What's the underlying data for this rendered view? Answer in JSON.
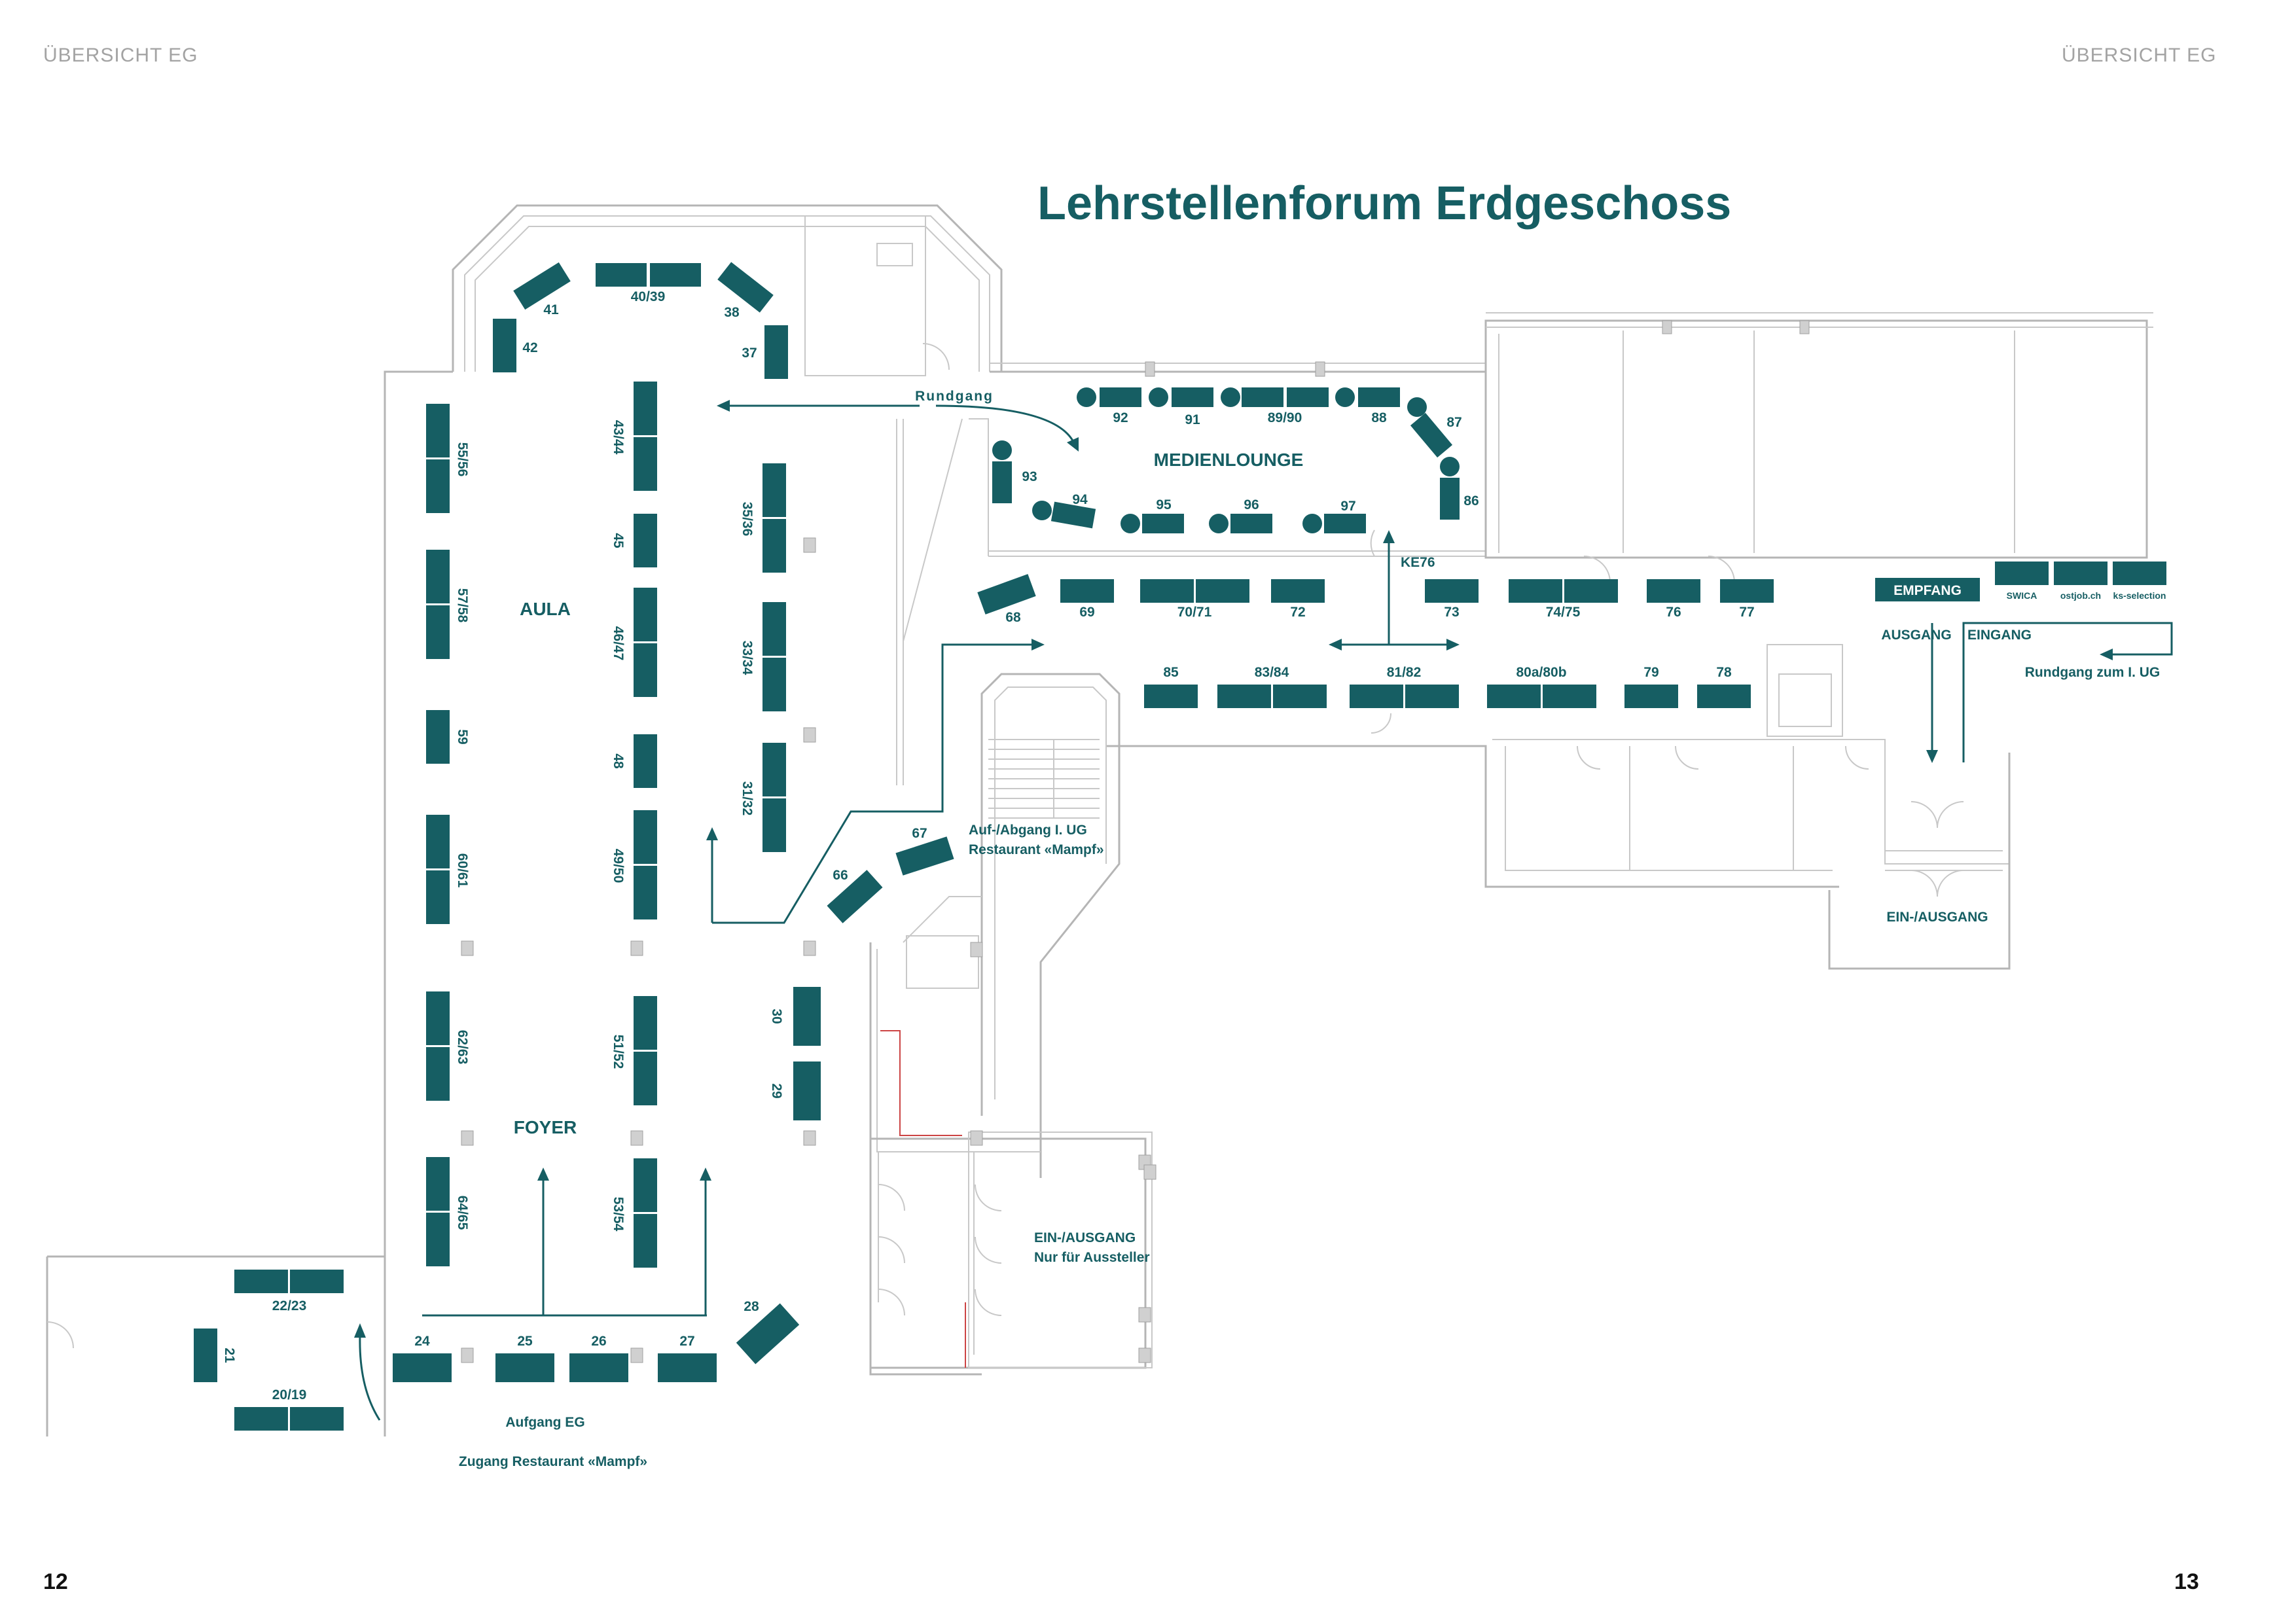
{
  "page": {
    "header_left": "ÜBERSICHT EG",
    "header_right": "ÜBERSICHT EG",
    "page_left": "12",
    "page_right": "13",
    "title": "Lehrstellenforum Erdgeschoss"
  },
  "colors": {
    "booth": "#165e63",
    "wall": "#b5b5b5",
    "text_gray": "#a3a3a3"
  },
  "areas": {
    "aula": "AULA",
    "foyer": "FOYER",
    "medienlounge": "MEDIENLOUNGE",
    "empfang": "EMPFANG",
    "rundgang": "Rundgang",
    "ke76": "KE76",
    "ausgang": "AUSGANG",
    "eingang": "EINGANG",
    "rundgang_ug": "Rundgang zum I. UG",
    "ein_ausgang": "EIN-/AUSGANG",
    "aussteller_1": "EIN-/AUSGANG",
    "aussteller_2": "Nur für Aussteller",
    "aufabgang_1": "Auf-/Abgang I. UG",
    "aufabgang_2": "Restaurant «Mampf»",
    "aufgang_eg": "Aufgang EG",
    "zugang": "Zugang Restaurant «Mampf»",
    "swica": "SWICA",
    "ostjob": "ostjob.ch",
    "ks": "ks-selection"
  },
  "booths": {
    "b41": "41",
    "b4039": "40/39",
    "b38": "38",
    "b42": "42",
    "b37": "37",
    "b5556": "55/56",
    "b5758": "57/58",
    "b59": "59",
    "b6061": "60/61",
    "b6263": "62/63",
    "b6465": "64/65",
    "b4344": "43/44",
    "b45": "45",
    "b4647": "46/47",
    "b48": "48",
    "b4950": "49/50",
    "b5152": "51/52",
    "b5354": "53/54",
    "b3536": "35/36",
    "b3334": "33/34",
    "b3132": "31/32",
    "b30": "30",
    "b29": "29",
    "b2223": "22/23",
    "b21": "21",
    "b2019": "20/19",
    "b24": "24",
    "b25": "25",
    "b26": "26",
    "b27": "27",
    "b28": "28",
    "b66": "66",
    "b67": "67",
    "b68": "68",
    "b69": "69",
    "b7071": "70/71",
    "b72": "72",
    "b73": "73",
    "b7475": "74/75",
    "b76": "76",
    "b77": "77",
    "b85": "85",
    "b8384": "83/84",
    "b8182": "81/82",
    "b80ab": "80a/80b",
    "b79": "79",
    "b78": "78",
    "b92": "92",
    "b91": "91",
    "b8990": "89/90",
    "b88": "88",
    "b87": "87",
    "b86": "86",
    "b93": "93",
    "b94": "94",
    "b95": "95",
    "b96": "96",
    "b97": "97"
  }
}
